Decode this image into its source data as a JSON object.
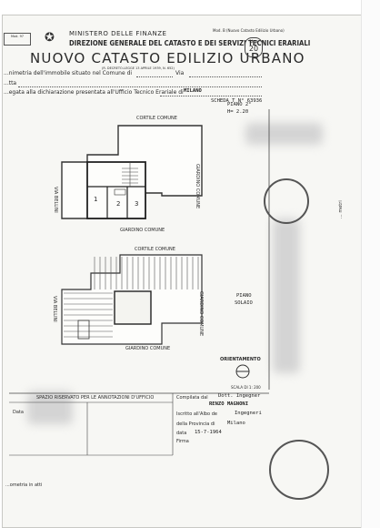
{
  "header": {
    "box_label": "Mod. 97",
    "ministry": "MINISTERO DELLE FINANZE",
    "direction": "DIREZIONE GENERALE DEL CATASTO E DEI SERVIZI TECNICI ERARIALI",
    "title": "NUOVO CATASTO EDILIZIO URBANO",
    "law_note": "(R. DECRETO-LEGGE 13 APRILE 1939, N. 652)",
    "mod_note": "Mod. B (Nuovo Catasto Edilizio Urbano)",
    "lire_label": "Lire",
    "lire_value": "20"
  },
  "form": {
    "row1_label": "...nimetria dell'immobile situato nel Comune di",
    "row1_via": "Via",
    "row2_label": "...tta",
    "row3_label": "...egata alla dichiarazione presentata all'Ufficio Tecnico Erariale di",
    "city": "MILANO",
    "scheda": "SCHEDA T N° 63936"
  },
  "plan": {
    "upper_top": "CORTILE COMUNE",
    "upper_right": "GIARDINO COMUNE",
    "upper_left": "VIA BELLINI",
    "upper_bottom": "GIARDINO COMUNE",
    "floor_note": "PIANO 2°",
    "height_note": "H= 2.20",
    "room1": "1",
    "room2": "2",
    "room3": "3",
    "lower_top": "CORTILE COMUNE",
    "lower_right": "GIARDINO COMUNE",
    "lower_left": "VIA BELLINI",
    "lower_bottom": "GIARDINO COMUNE",
    "lower_note1": "PIANO",
    "lower_note2": "SOLAIO",
    "orientation": "ORIENTAMENTO",
    "scale": "SCALA DI 1: 200"
  },
  "footer": {
    "reserved": "SPAZIO RISERVATO PER LE ANNOTAZIONI D'UFFICIO",
    "compiled_label": "Compilata dal",
    "compiled_value": "Dott. Ingegner",
    "compiled_name": "RENZO MAGNONI",
    "albo_label": "Iscritto all'Albo de",
    "albo_value": "Ingegneri",
    "prov_label": "della Provincia di",
    "prov_value": "Milano",
    "date_label": "data",
    "date_value": "15-7-1964",
    "firma_label": "Firma",
    "left_label": "Data",
    "bottom_left": "...ometria in atti",
    "side_note": "... metri"
  }
}
